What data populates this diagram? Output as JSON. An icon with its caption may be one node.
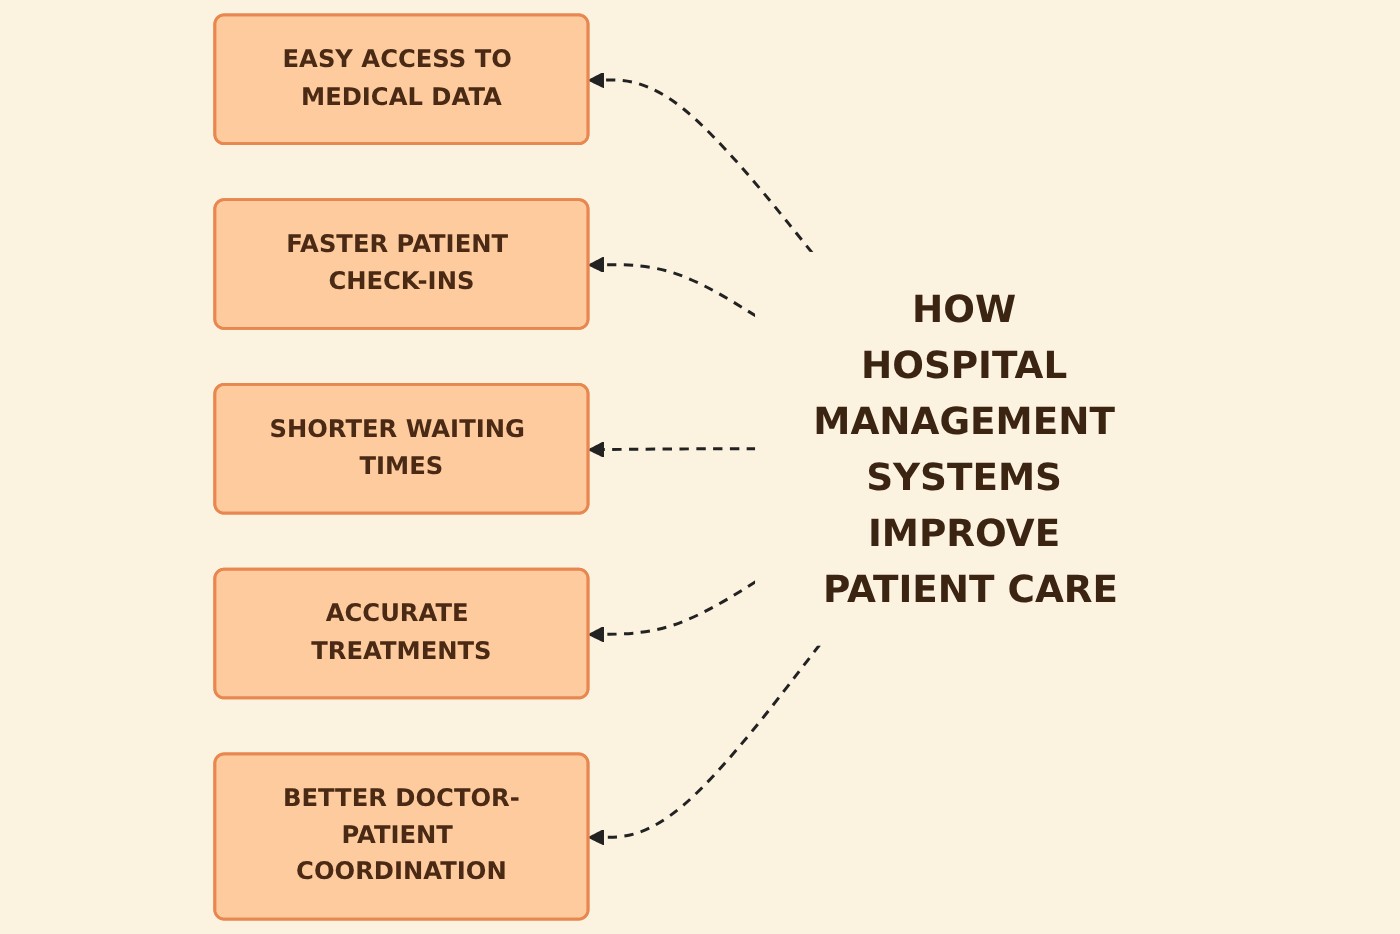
{
  "diagram": {
    "nodes": [
      {
        "text": [
          "EASY ACCESS TO MEDICAL DATA"
        ]
      },
      {
        "text": [
          "FASTER PATIENT CHECK-INS"
        ]
      },
      {
        "text": [
          "SHORTER WAITING TIMES"
        ]
      },
      {
        "text": [
          "HOW HOSPITAL MANAGEMENT SYSTEMS IMPROVE PATIENT CARE"
        ]
      },
      {
        "text": [
          "ACCURATE TREATMENTS"
        ]
      },
      {
        "text": [
          "BETTER DOCTOR-PATIENT COORDINATION"
        ]
      }
    ],
    "edges": [
      {
        "from": 3,
        "to": 0,
        "arrow": "to",
        "style": "dashed"
      },
      {
        "from": 3,
        "to": 1,
        "arrow": "to",
        "style": "dashed"
      },
      {
        "from": 3,
        "to": 2,
        "arrow": "to",
        "style": "dashed"
      },
      {
        "from": 3,
        "to": 4,
        "arrow": "to",
        "style": "dashed"
      },
      {
        "from": 3,
        "to": 5,
        "arrow": "to",
        "style": "dashed"
      }
    ]
  }
}
